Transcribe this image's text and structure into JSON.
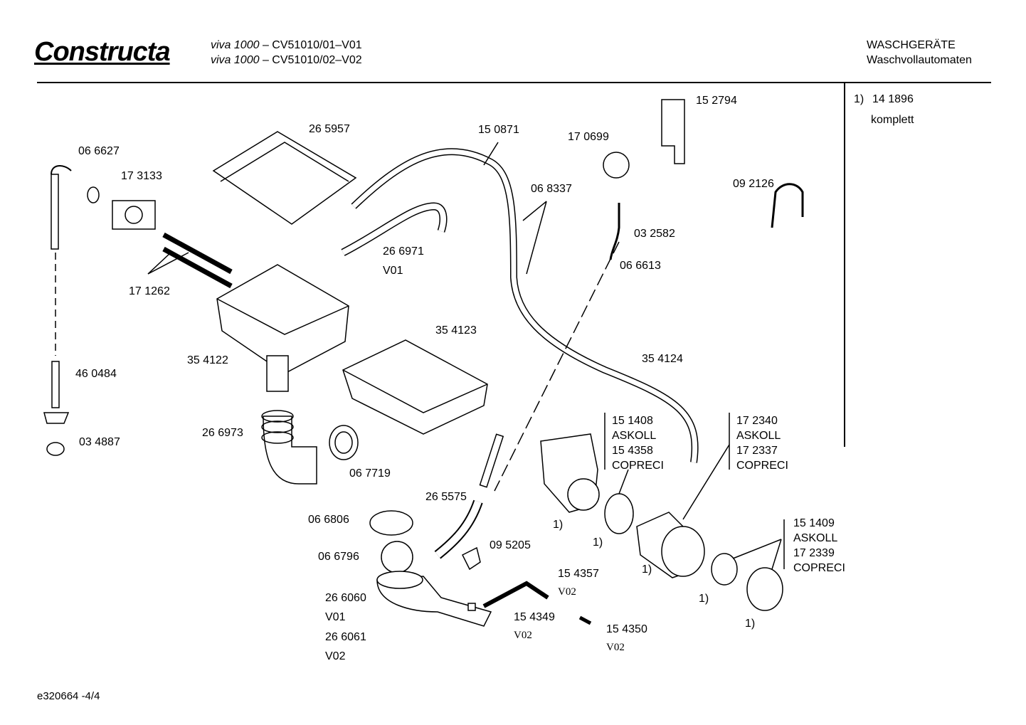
{
  "header": {
    "brand": "Constructa",
    "models": [
      {
        "name": "viva 1000",
        "code": "– CV51010/01–V01"
      },
      {
        "name": "viva 1000",
        "code": "– CV51010/02–V02"
      }
    ],
    "category": "WASCHGERÄTE",
    "subcategory": "Waschvollautomaten"
  },
  "note": {
    "ref": "1)",
    "part": "14 1896",
    "text": "komplett"
  },
  "parts": {
    "p152794": "15 2794",
    "p265957": "26 5957",
    "p150871": "15 0871",
    "p170699": "17 0699",
    "p066627": "06 6627",
    "p173133": "17 3133",
    "p068337": "06 8337",
    "p092126": "09 2126",
    "p032582": "03 2582",
    "p266971": "26 6971",
    "v01a": "V01",
    "p066613": "06 6613",
    "p171262": "17 1262",
    "p354123": "35 4123",
    "p354122": "35 4122",
    "p354124": "35 4124",
    "p460484": "46 0484",
    "p151408": "15 1408",
    "askoll1": "ASKOLL",
    "p154358": "15 4358",
    "copreci1": "COPRECI",
    "p172340": "17 2340",
    "askoll2": "ASKOLL",
    "p172337": "17 2337",
    "copreci2": "COPRECI",
    "p266973": "26 6973",
    "p034887": "03 4887",
    "p067719": "06 7719",
    "p265575": "26 5575",
    "p066806": "06 6806",
    "ref1a": "1)",
    "ref1b": "1)",
    "ref1c": "1)",
    "ref1d": "1)",
    "ref1e": "1)",
    "p151409": "15 1409",
    "askoll3": "ASKOLL",
    "p172339": "17 2339",
    "copreci3": "COPRECI",
    "p066796": "06 6796",
    "p095205": "09 5205",
    "p154357": "15 4357",
    "v02a": "V02",
    "p266060": "26 6060",
    "v01b": "V01",
    "p154349": "15 4349",
    "v02b": "V02",
    "p154350": "15 4350",
    "v02c": "V02",
    "p266061": "26 6061",
    "v02d": "V02"
  },
  "footer": {
    "code": "e320664  -4/4"
  }
}
